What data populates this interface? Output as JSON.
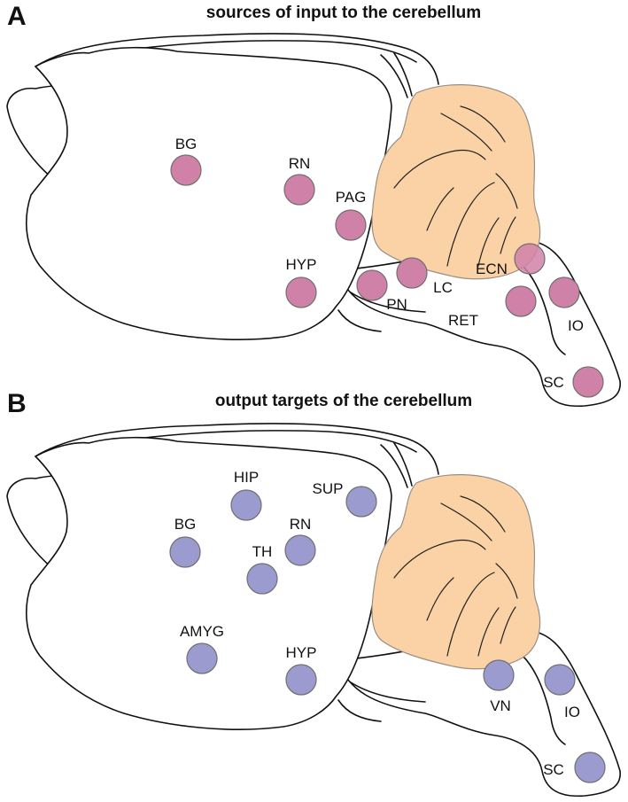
{
  "colors": {
    "input_nucleus": "#d081a8",
    "output_nucleus": "#9b9bd0",
    "cerebellum": "#fbd2a6",
    "outline": "#111111"
  },
  "panels": [
    {
      "id": "A",
      "letter": "A",
      "title": "sources of input to the cerebellum",
      "kind": "input",
      "regions": [
        {
          "label": "BG"
        },
        {
          "label": "RN"
        },
        {
          "label": "PAG"
        },
        {
          "label": "HYP"
        },
        {
          "label": "PN"
        },
        {
          "label": "LC"
        },
        {
          "label": "ECN"
        },
        {
          "label": "RET"
        },
        {
          "label": "IO"
        },
        {
          "label": "SC"
        }
      ]
    },
    {
      "id": "B",
      "letter": "B",
      "title": "output targets of the cerebellum",
      "kind": "output",
      "regions": [
        {
          "label": "HIP"
        },
        {
          "label": "SUP"
        },
        {
          "label": "BG"
        },
        {
          "label": "RN"
        },
        {
          "label": "TH"
        },
        {
          "label": "AMYG"
        },
        {
          "label": "HYP"
        },
        {
          "label": "VN"
        },
        {
          "label": "IO"
        },
        {
          "label": "SC"
        }
      ]
    }
  ]
}
